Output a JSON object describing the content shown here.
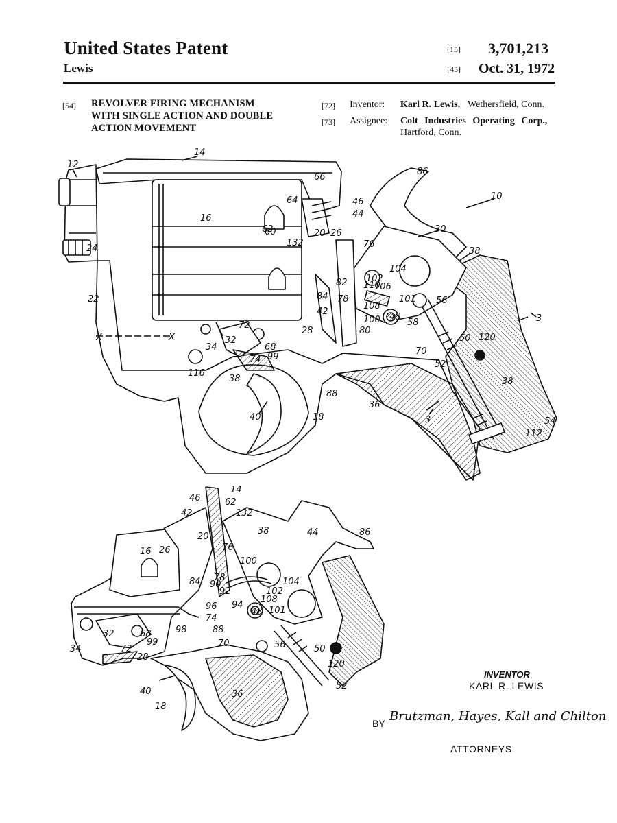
{
  "header": {
    "title": "United States Patent",
    "inventor_surname": "Lewis",
    "code_15": "[15]",
    "patent_number": "3,701,213",
    "code_45": "[45]",
    "date": "Oct. 31, 1972"
  },
  "biblio": {
    "code_54": "[54]",
    "title_lines": [
      "REVOLVER FIRING MECHANISM",
      "WITH SINGLE ACTION AND DOUBLE",
      "ACTION MOVEMENT"
    ],
    "code_72": "[72]",
    "inventor_label": "Inventor:",
    "inventor_name": "Karl R. Lewis,",
    "inventor_location": "Wethersfield, Conn.",
    "code_73": "[73]",
    "assignee_label": "Assignee:",
    "assignee_name": "Colt Industries Operating Corp.,",
    "assignee_location": "Hartford, Conn."
  },
  "fig1_labels": [
    "12",
    "14",
    "66",
    "86",
    "10",
    "16",
    "64",
    "46",
    "62",
    "44",
    "30",
    "60",
    "20",
    "26",
    "132",
    "76",
    "38",
    "24",
    "104",
    "102",
    "110",
    "106",
    "82",
    "78",
    "22",
    "84",
    "42",
    "108",
    "101",
    "56",
    "100",
    "48",
    "58",
    "X",
    "X",
    "72",
    "28",
    "80",
    "50",
    "120",
    "3",
    "32",
    "34",
    "68",
    "99",
    "70",
    "74",
    "52",
    "38",
    "116",
    "38",
    "88",
    "36",
    "40",
    "18",
    "3",
    "54",
    "112"
  ],
  "fig2_labels": [
    "46",
    "14",
    "62",
    "42",
    "132",
    "20",
    "38",
    "44",
    "86",
    "26",
    "76",
    "16",
    "100",
    "104",
    "78",
    "90",
    "102",
    "84",
    "92",
    "108",
    "96",
    "94",
    "48",
    "101",
    "74",
    "88",
    "32",
    "68",
    "98",
    "99",
    "70",
    "56",
    "50",
    "34",
    "72",
    "28",
    "120",
    "40",
    "18",
    "36",
    "52"
  ],
  "signature": {
    "inventor_role": "INVENTOR",
    "inventor_name": "KARL R. LEWIS",
    "by": "BY",
    "firm": "Brutzman, Hayes, Kall and Chilton",
    "attorneys": "ATTORNEYS"
  }
}
